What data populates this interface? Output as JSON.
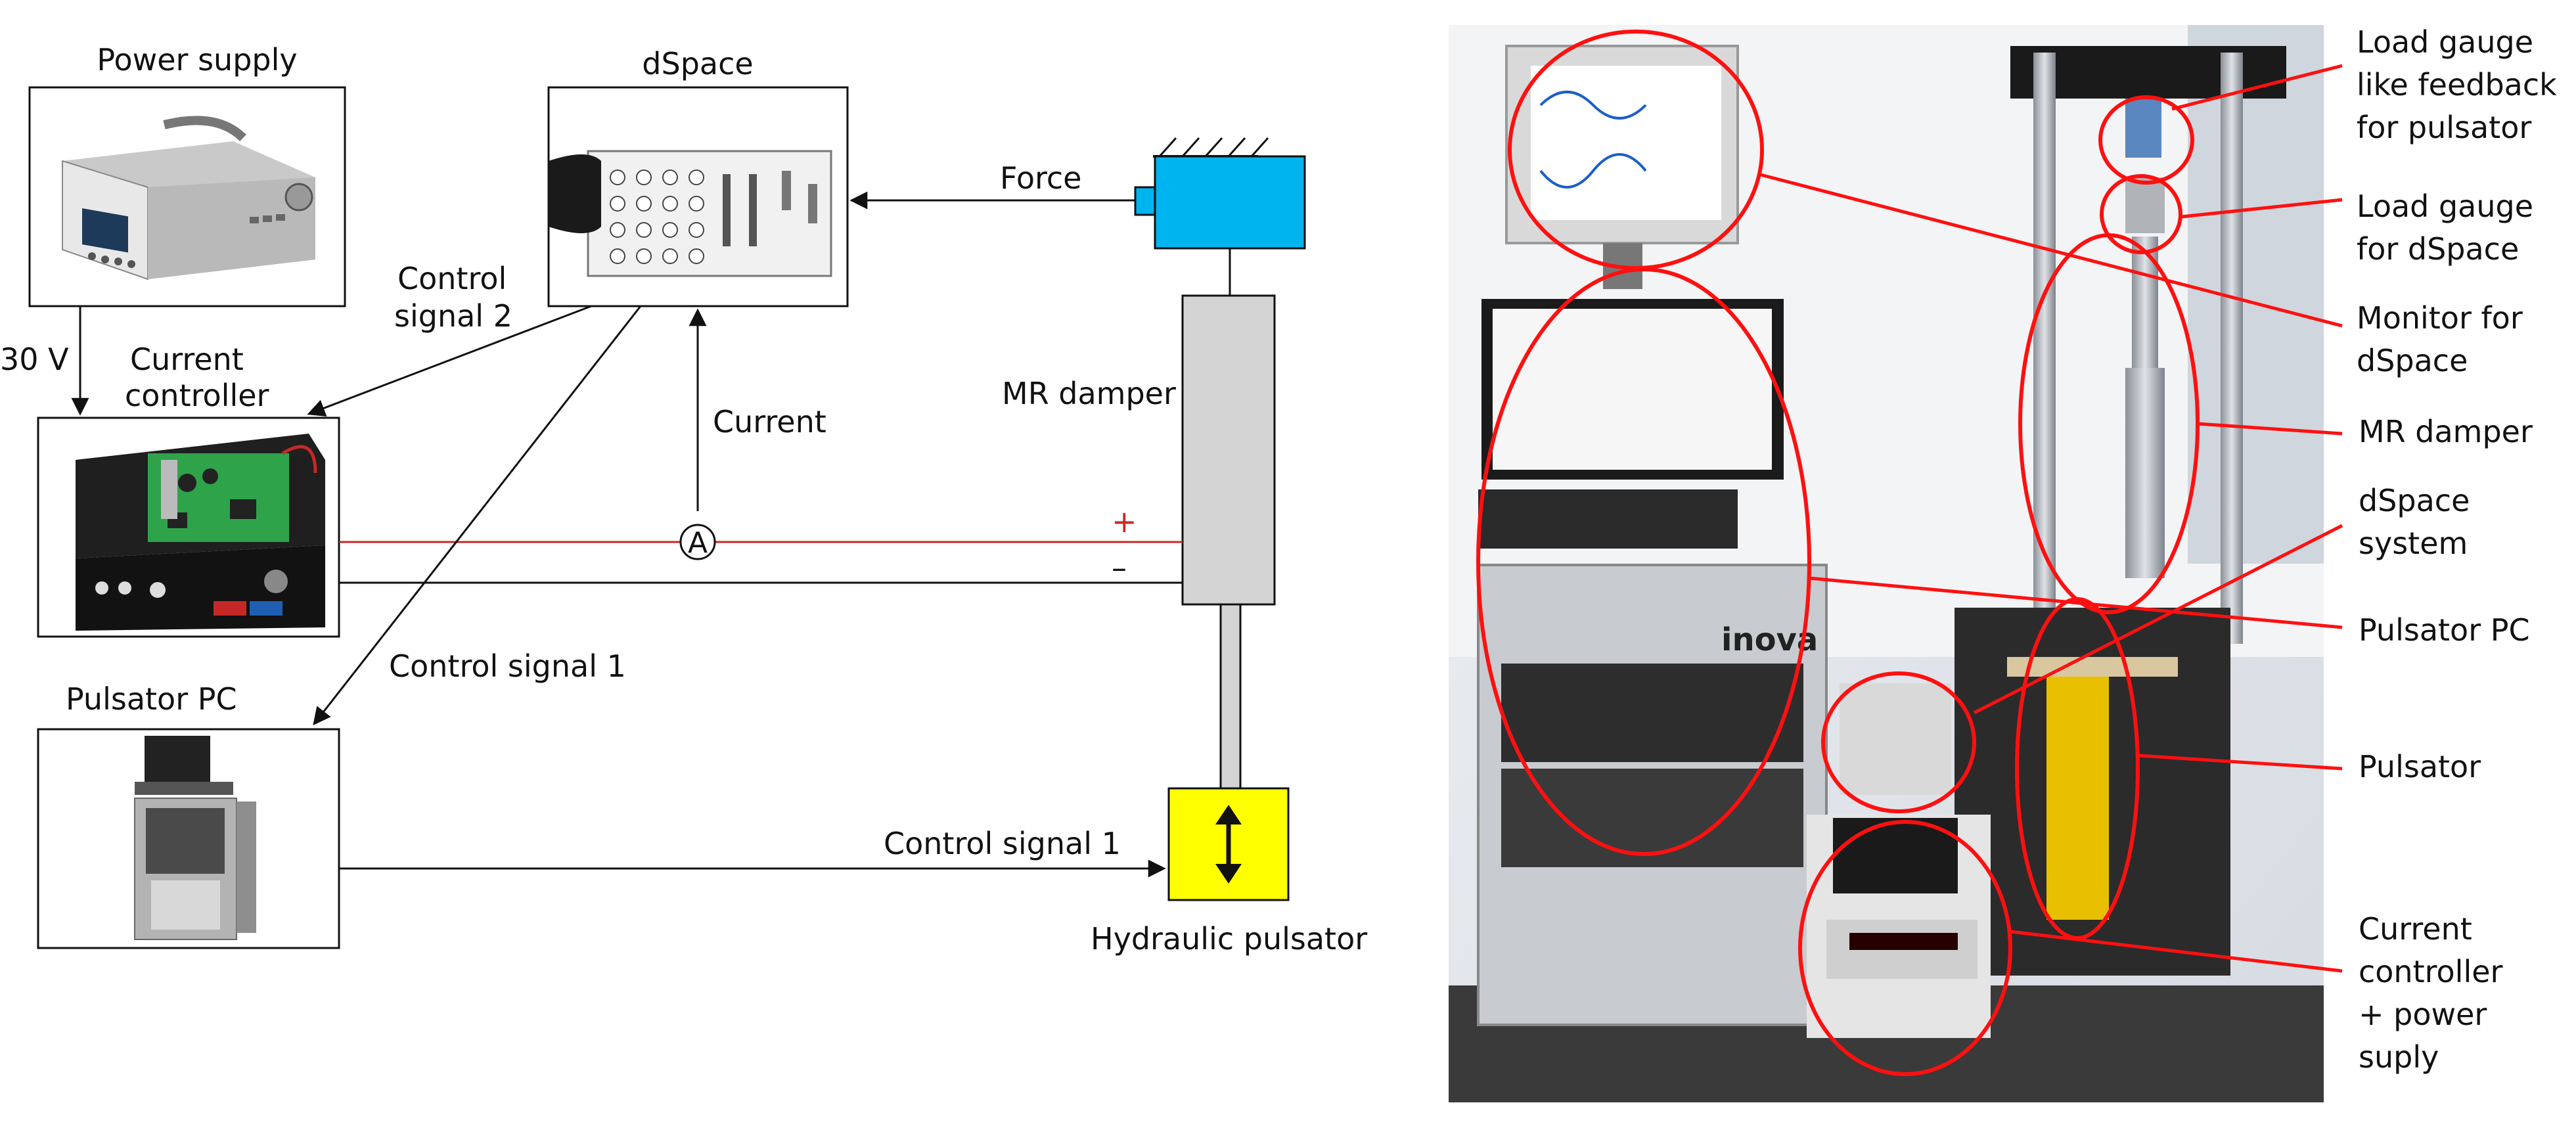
{
  "schematic": {
    "power_supply": "Power supply",
    "dspace": "dSpace",
    "current_controller_line1": "Current",
    "current_controller_line2": "controller",
    "control_signal_2_line1": "Control",
    "control_signal_2_line2": "signal 2",
    "voltage": "30 V",
    "force": "Force",
    "current": "Current",
    "mr_damper": "MR damper",
    "ammeter_symbol": "A",
    "plus": "+",
    "minus": "–",
    "control_signal_1_upper": "Control signal 1",
    "pulsator_pc": "Pulsator PC",
    "control_signal_1_lower": "Control signal 1",
    "hydraulic_pulsator": "Hydraulic pulsator",
    "colors": {
      "sensor_fill": "#00b4f0",
      "pulsator_fill": "#ffff00",
      "damper_fill": "#d4d4d4",
      "positive_wire": "#c62828"
    }
  },
  "photo": {
    "monitor_brand": "inova",
    "callouts": {
      "load_gauge_feedback": [
        "Load gauge",
        "like feedback",
        "for pulsator"
      ],
      "load_gauge_dspace": [
        "Load gauge",
        "for dSpace"
      ],
      "monitor_dspace": [
        "Monitor for",
        "dSpace"
      ],
      "mr_damper": [
        "MR damper"
      ],
      "dspace_system": [
        "dSpace",
        "system"
      ],
      "pulsator_pc": [
        "Pulsator PC"
      ],
      "pulsator": [
        "Pulsator"
      ],
      "current_controller": [
        "Current",
        "controller",
        "+ power",
        "suply"
      ]
    },
    "colors": {
      "annotation": "#ff1010"
    }
  }
}
